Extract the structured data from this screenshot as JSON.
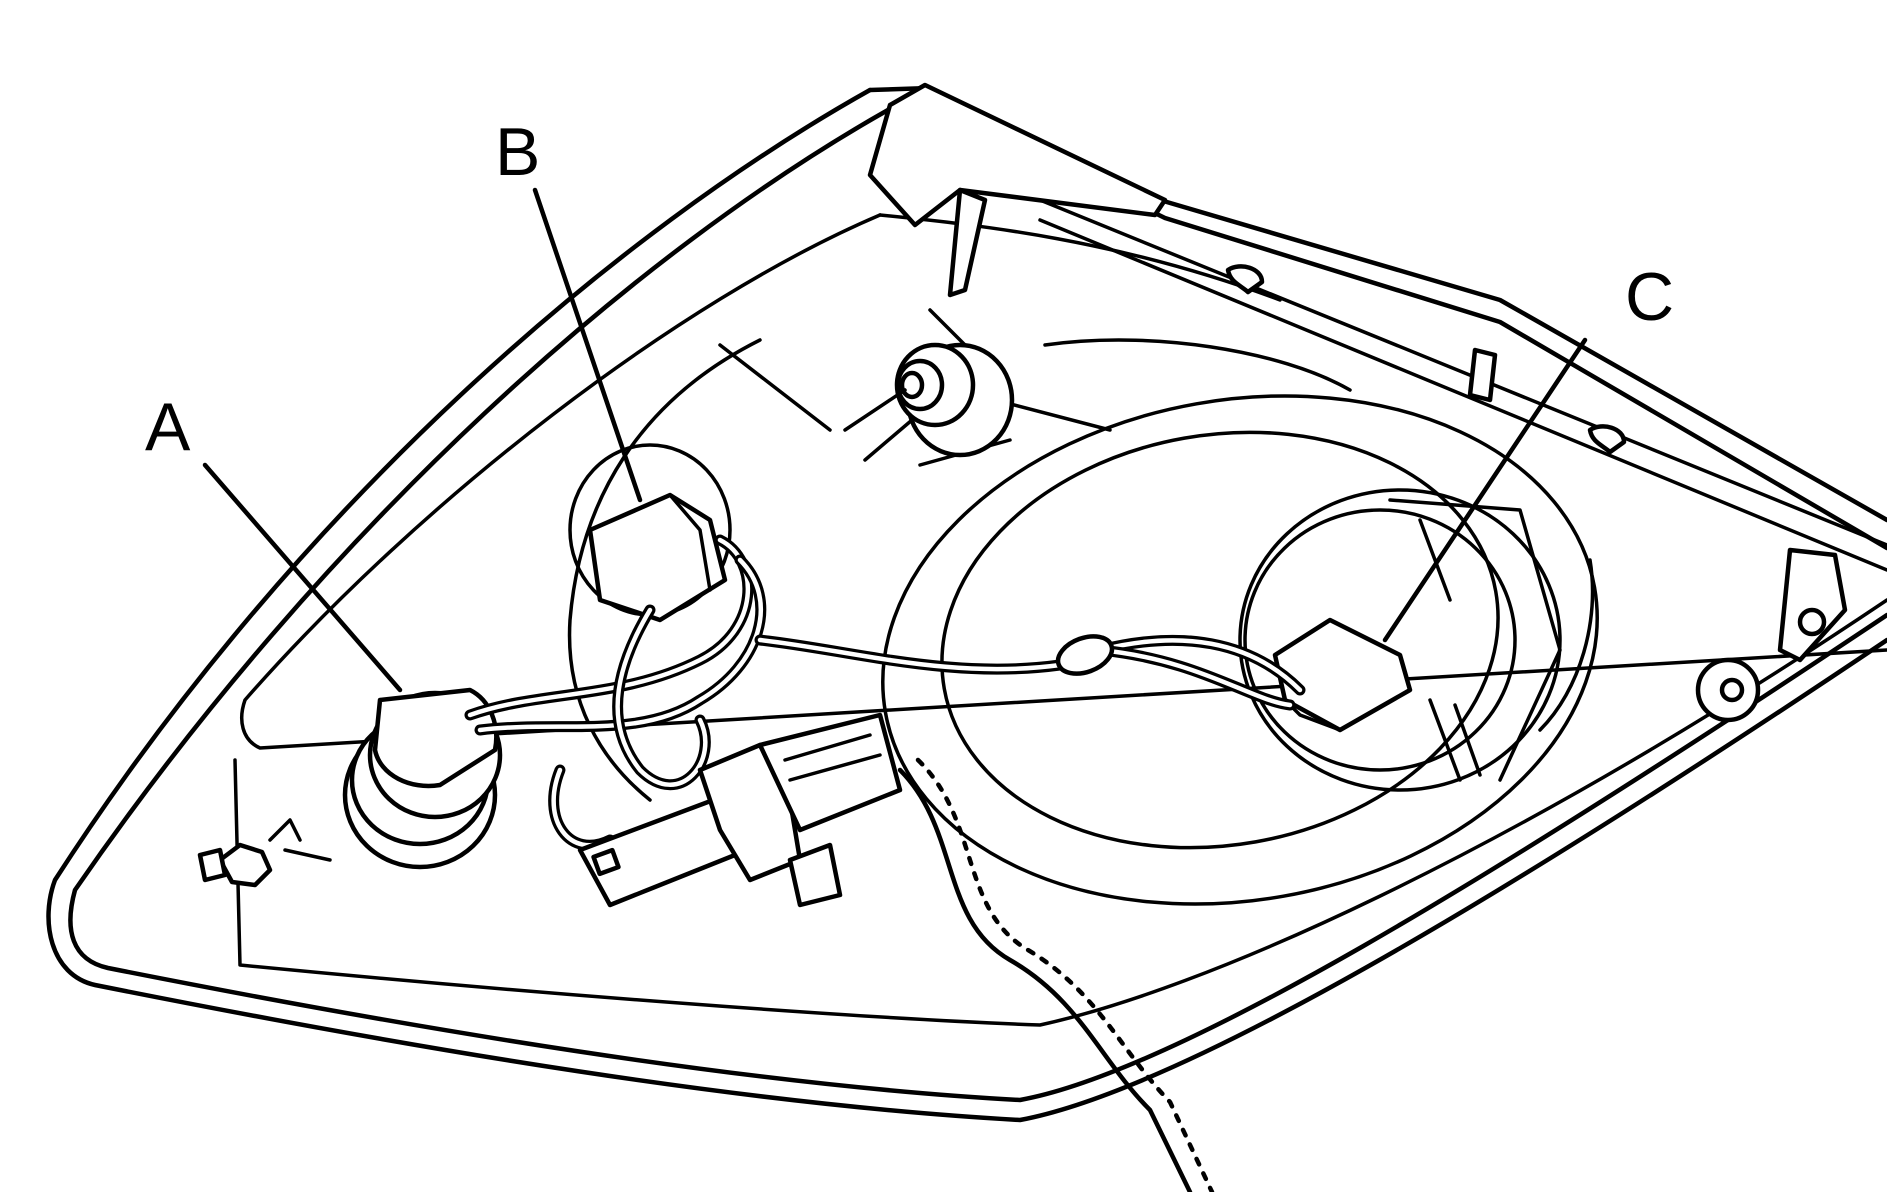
{
  "diagram": {
    "callouts": {
      "a": "A",
      "b": "B",
      "c": "C"
    },
    "colors": {
      "stroke": "#000000",
      "background": "#ffffff"
    }
  }
}
